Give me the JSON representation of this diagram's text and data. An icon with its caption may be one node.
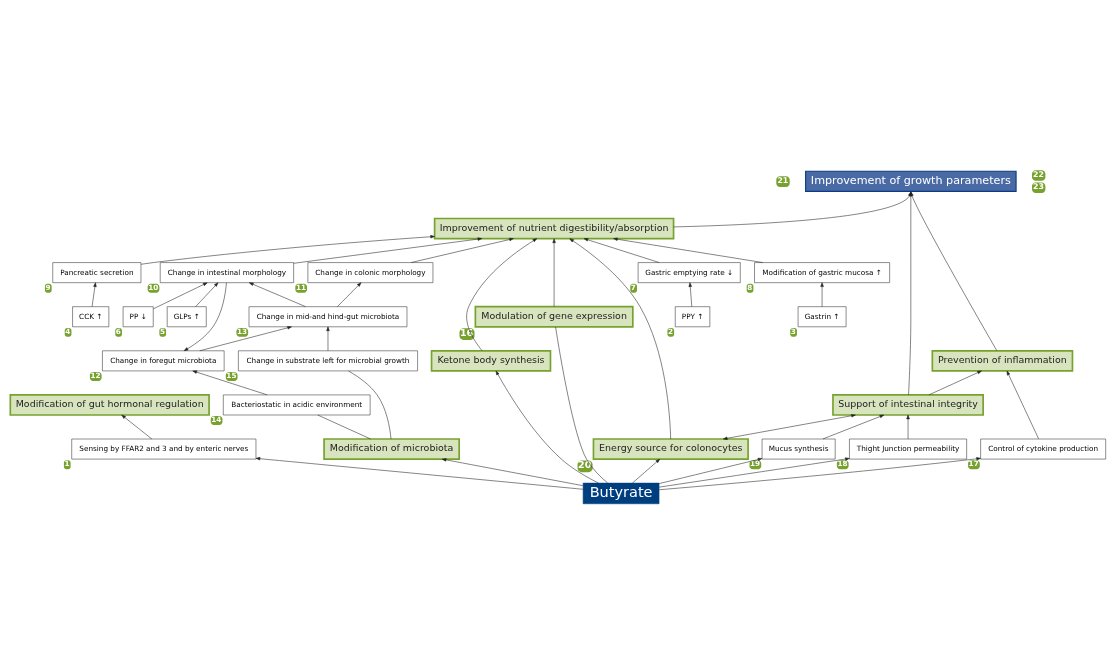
{
  "diagram": {
    "nodes": [
      {
        "text": [
          "Butyrate"
        ]
      },
      {
        "text": [
          "Sensing by FFAR2 and 3 and by enteric nerves"
        ],
        "beside": [
          "1"
        ]
      },
      {
        "text": [
          "Modification of gut hormonal regulation"
        ]
      },
      {
        "text": [
          "PPY ↑"
        ],
        "beside": [
          "2"
        ]
      },
      {
        "text": [
          "Gastrin ↑"
        ],
        "beside": [
          "3"
        ]
      },
      {
        "text": [
          "CCK ↑"
        ],
        "beside": [
          "4"
        ]
      },
      {
        "text": [
          "GLPs ↑"
        ],
        "beside": [
          "5"
        ]
      },
      {
        "text": [
          "PP ↓"
        ],
        "beside": [
          "6"
        ]
      },
      {
        "text": [
          "Gastric emptying rate ↓"
        ],
        "beside": [
          "7"
        ]
      },
      {
        "text": [
          "Modification of gastric mucosa ↑"
        ],
        "beside": [
          "8"
        ]
      },
      {
        "text": [
          "Pancreatic secretion"
        ],
        "beside": [
          "9"
        ]
      },
      {
        "text": [
          "Modification of microbiota"
        ]
      },
      {
        "text": [
          "Bacteriostatic in acidic environment"
        ],
        "beside": [
          "14"
        ]
      },
      {
        "text": [
          "Change in substrate left for microbial growth"
        ],
        "beside": [
          "15"
        ]
      },
      {
        "text": [
          "Change in foregut microbiota"
        ],
        "beside": [
          "12"
        ]
      },
      {
        "text": [
          "Change in mid-and hind-gut microbiota"
        ],
        "beside": [
          "13"
        ]
      },
      {
        "text": [
          "Change in intestinal morphology"
        ],
        "beside": [
          "10"
        ]
      },
      {
        "text": [
          "Change in colonic morphology"
        ],
        "beside": [
          "11"
        ]
      },
      {
        "text": [
          "Ketone body synthesis"
        ]
      },
      {
        "text": [
          "Energy source for colonocytes"
        ],
        "beside": [
          "20"
        ]
      },
      {
        "text": [
          "Modulation of gene expression"
        ],
        "beside": [
          "16"
        ]
      },
      {
        "text": [
          "Improvement of nutrient digestibility/absorption"
        ]
      },
      {
        "text": [
          "Improvement of growth parameters"
        ],
        "beside": [
          "21",
          "22",
          "23"
        ]
      },
      {
        "text": [
          "Support of intestinal integrity"
        ]
      },
      {
        "text": [
          "Mucus synthesis"
        ],
        "beside": [
          "19"
        ]
      },
      {
        "text": [
          "Thight Junction permeability"
        ],
        "beside": [
          "18"
        ]
      },
      {
        "text": [
          "Prevention of inflammation"
        ]
      },
      {
        "text": [
          "Control of cytokine production"
        ],
        "beside": [
          "17"
        ]
      }
    ],
    "edges": [
      {
        "from": 0,
        "to": 1,
        "arrow": "to"
      },
      {
        "from": 0,
        "to": 11,
        "arrow": "to"
      },
      {
        "from": 0,
        "to": 18,
        "arrow": "to"
      },
      {
        "from": 0,
        "to": 19,
        "arrow": "to"
      },
      {
        "from": 0,
        "to": 20,
        "arrow": "none"
      },
      {
        "from": 0,
        "to": 24,
        "arrow": "to"
      },
      {
        "from": 0,
        "to": 25,
        "arrow": "to"
      },
      {
        "from": 0,
        "to": 27,
        "arrow": "to"
      },
      {
        "from": 1,
        "to": 2,
        "arrow": "to"
      },
      {
        "from": 3,
        "to": 8,
        "arrow": "to"
      },
      {
        "from": 4,
        "to": 9,
        "arrow": "to"
      },
      {
        "from": 5,
        "to": 10,
        "arrow": "to"
      },
      {
        "from": 6,
        "to": 16,
        "arrow": "to"
      },
      {
        "from": 7,
        "to": 16,
        "arrow": "to"
      },
      {
        "from": 8,
        "to": 21,
        "arrow": "to"
      },
      {
        "from": 9,
        "to": 21,
        "arrow": "to"
      },
      {
        "from": 10,
        "to": 21,
        "arrow": "to"
      },
      {
        "from": 11,
        "to": 12,
        "arrow": "none"
      },
      {
        "from": 11,
        "to": 13,
        "arrow": "none"
      },
      {
        "from": 12,
        "to": 14,
        "arrow": "to"
      },
      {
        "from": 13,
        "to": 15,
        "arrow": "to"
      },
      {
        "from": 14,
        "to": 15,
        "arrow": "to"
      },
      {
        "from": 15,
        "to": 16,
        "arrow": "to"
      },
      {
        "from": 15,
        "to": 17,
        "arrow": "to"
      },
      {
        "from": 16,
        "to": 14,
        "arrow": "to"
      },
      {
        "from": 16,
        "to": 21,
        "arrow": "to"
      },
      {
        "from": 17,
        "to": 21,
        "arrow": "to"
      },
      {
        "from": 18,
        "to": 21,
        "arrow": "to"
      },
      {
        "from": 19,
        "to": 23,
        "arrow": "both"
      },
      {
        "from": 19,
        "to": 21,
        "arrow": "to"
      },
      {
        "from": 20,
        "to": 21,
        "arrow": "to"
      },
      {
        "from": 21,
        "to": 22,
        "arrow": "to"
      },
      {
        "from": 23,
        "to": 22,
        "arrow": "to"
      },
      {
        "from": 23,
        "to": 26,
        "arrow": "to"
      },
      {
        "from": 24,
        "to": 23,
        "arrow": "to"
      },
      {
        "from": 25,
        "to": 23,
        "arrow": "to"
      },
      {
        "from": 27,
        "to": 26,
        "arrow": "to"
      },
      {
        "from": 26,
        "to": 22,
        "arrow": "to"
      }
    ]
  }
}
